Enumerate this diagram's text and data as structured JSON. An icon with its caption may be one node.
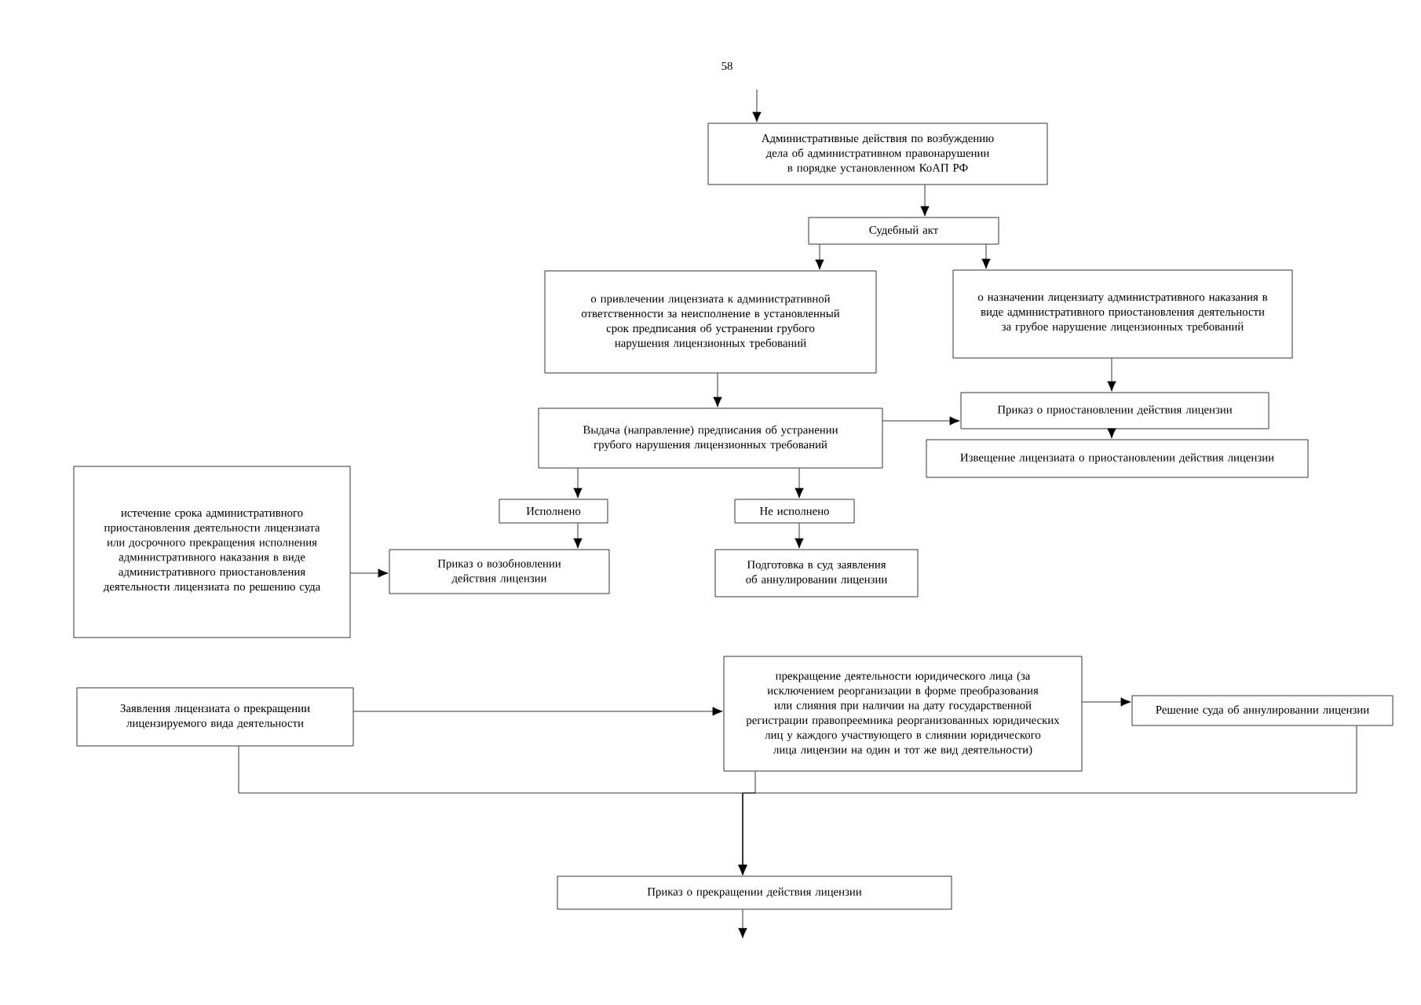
{
  "diagram": {
    "nodes": [
      {
        "text": [
          "Административные действия по возбуждению дела об административном правонарушении в порядке установленном КоАП РФ"
        ]
      },
      {
        "text": [
          "Судебный акт"
        ]
      },
      {
        "text": [
          "о привлечении лицензиата к административной ответственности за неисполнение в установленный срок предписания об устранении грубого нарушения лицензионных требований"
        ]
      },
      {
        "text": [
          "о назначении лицензиату административного наказания в виде административного приостановления деятельности за грубое нарушение лицензионных требований"
        ]
      },
      {
        "text": [
          "Выдача (направление) предписания об устранении грубого нарушения лицензионных требований"
        ]
      },
      {
        "text": [
          "Приказ о приостановлении действия лицензии"
        ]
      },
      {
        "text": [
          "Извещение лицензиата о приостановлении действия лицензии"
        ]
      },
      {
        "text": [
          "истечение срока административного приостановления деятельности лицензиата или досрочного прекращения исполнения административного наказания в виде административного приостановления деятельности лицензиата по решению суда"
        ]
      },
      {
        "text": [
          "Исполнено"
        ]
      },
      {
        "text": [
          "Не исполнено"
        ]
      },
      {
        "text": [
          "Приказ о возобновлении действия лицензии"
        ]
      },
      {
        "text": [
          "Подготовка в суд заявления об аннулировании лицензии"
        ]
      },
      {
        "text": [
          "прекращение деятельности юридического лица (за исключением реорганизации в форме преобразования или слияния при наличии на дату государственной регистрации правопреемника реорганизованных юридических лиц у каждого участвующего в слиянии юридического лица лицензии на один и тот же вид деятельности)"
        ]
      },
      {
        "text": [
          "Заявления лицензиата о прекращении лицензируемого вида деятельности"
        ]
      },
      {
        "text": [
          "Решение суда об аннулировании лицензии"
        ]
      },
      {
        "text": [
          "Приказ о прекращении действия лицензии"
        ]
      }
    ],
    "edges": [
      {
        "from": null,
        "to": 0,
        "arrow": "to"
      },
      {
        "from": 0,
        "to": 1,
        "arrow": "to"
      },
      {
        "from": 1,
        "to": 2,
        "arrow": "to"
      },
      {
        "from": 1,
        "to": 3,
        "arrow": "to"
      },
      {
        "from": 2,
        "to": 4,
        "arrow": "to"
      },
      {
        "from": 3,
        "to": 5,
        "arrow": "to"
      },
      {
        "from": 4,
        "to": 5,
        "arrow": "to"
      },
      {
        "from": 5,
        "to": 6,
        "arrow": "to"
      },
      {
        "from": 4,
        "to": 8,
        "arrow": "to"
      },
      {
        "from": 4,
        "to": 9,
        "arrow": "to"
      },
      {
        "from": 8,
        "to": 10,
        "arrow": "to"
      },
      {
        "from": 9,
        "to": 11,
        "arrow": "to"
      },
      {
        "from": 7,
        "to": 10,
        "arrow": "to"
      },
      {
        "from": 13,
        "to": 12,
        "arrow": "to"
      },
      {
        "from": 12,
        "to": 14,
        "arrow": "to"
      },
      {
        "from": 13,
        "to": 15,
        "arrow": "to"
      },
      {
        "from": 12,
        "to": 15,
        "arrow": "to"
      },
      {
        "from": 14,
        "to": 15,
        "arrow": "to"
      },
      {
        "from": 15,
        "to": null,
        "arrow": "to"
      }
    ],
    "labels": [
      "58"
    ]
  }
}
